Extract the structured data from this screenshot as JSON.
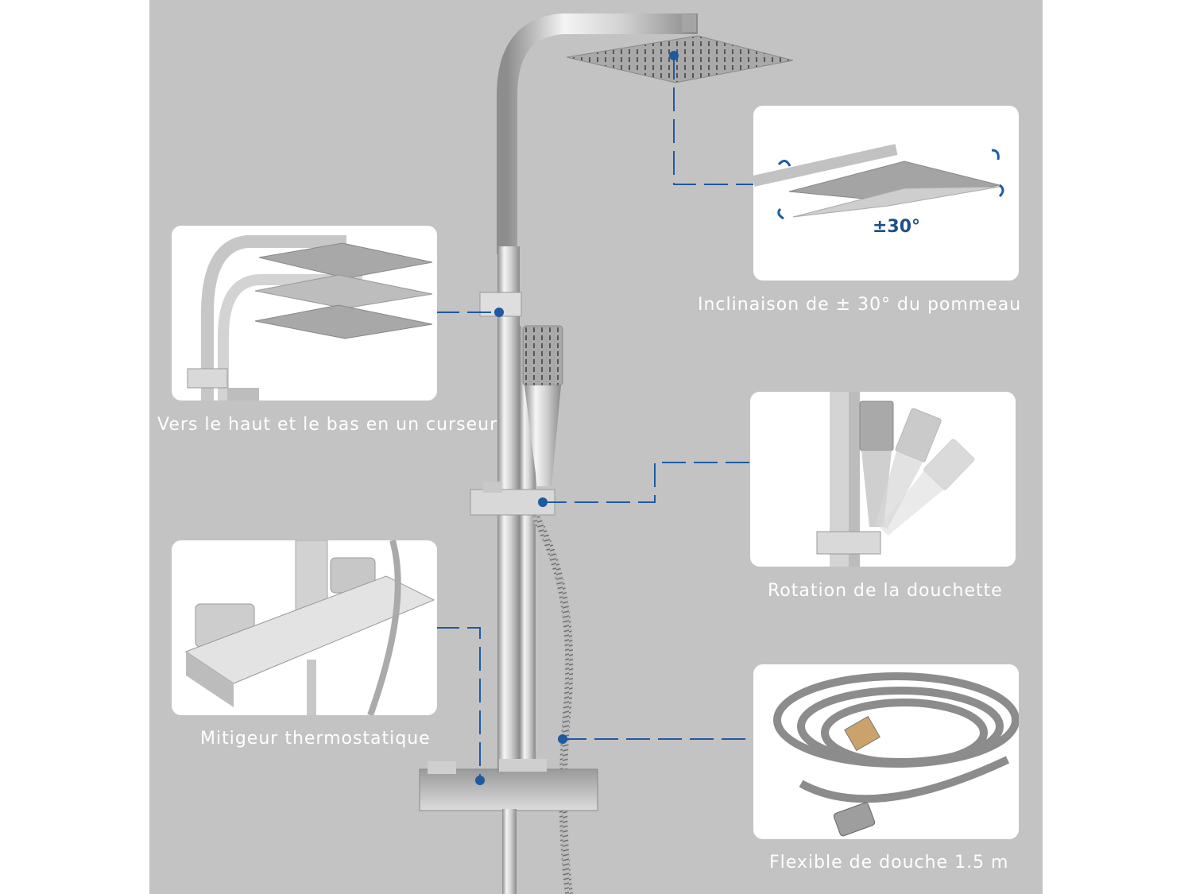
{
  "features": [
    {
      "id": "slider",
      "caption": "Vers le haut et le bas en un curseur"
    },
    {
      "id": "tilt",
      "caption": "Inclinaison de ± 30° du pommeau",
      "angle_label": "±30°"
    },
    {
      "id": "rotation",
      "caption": "Rotation de la douchette"
    },
    {
      "id": "mixer",
      "caption": "Mitigeur thermostatique"
    },
    {
      "id": "hose",
      "caption": "Flexible de douche 1.5 m"
    }
  ],
  "colors": {
    "background": "#c3c3c3",
    "accent": "#1e5aa0",
    "chrome": "#b9b9b9"
  }
}
